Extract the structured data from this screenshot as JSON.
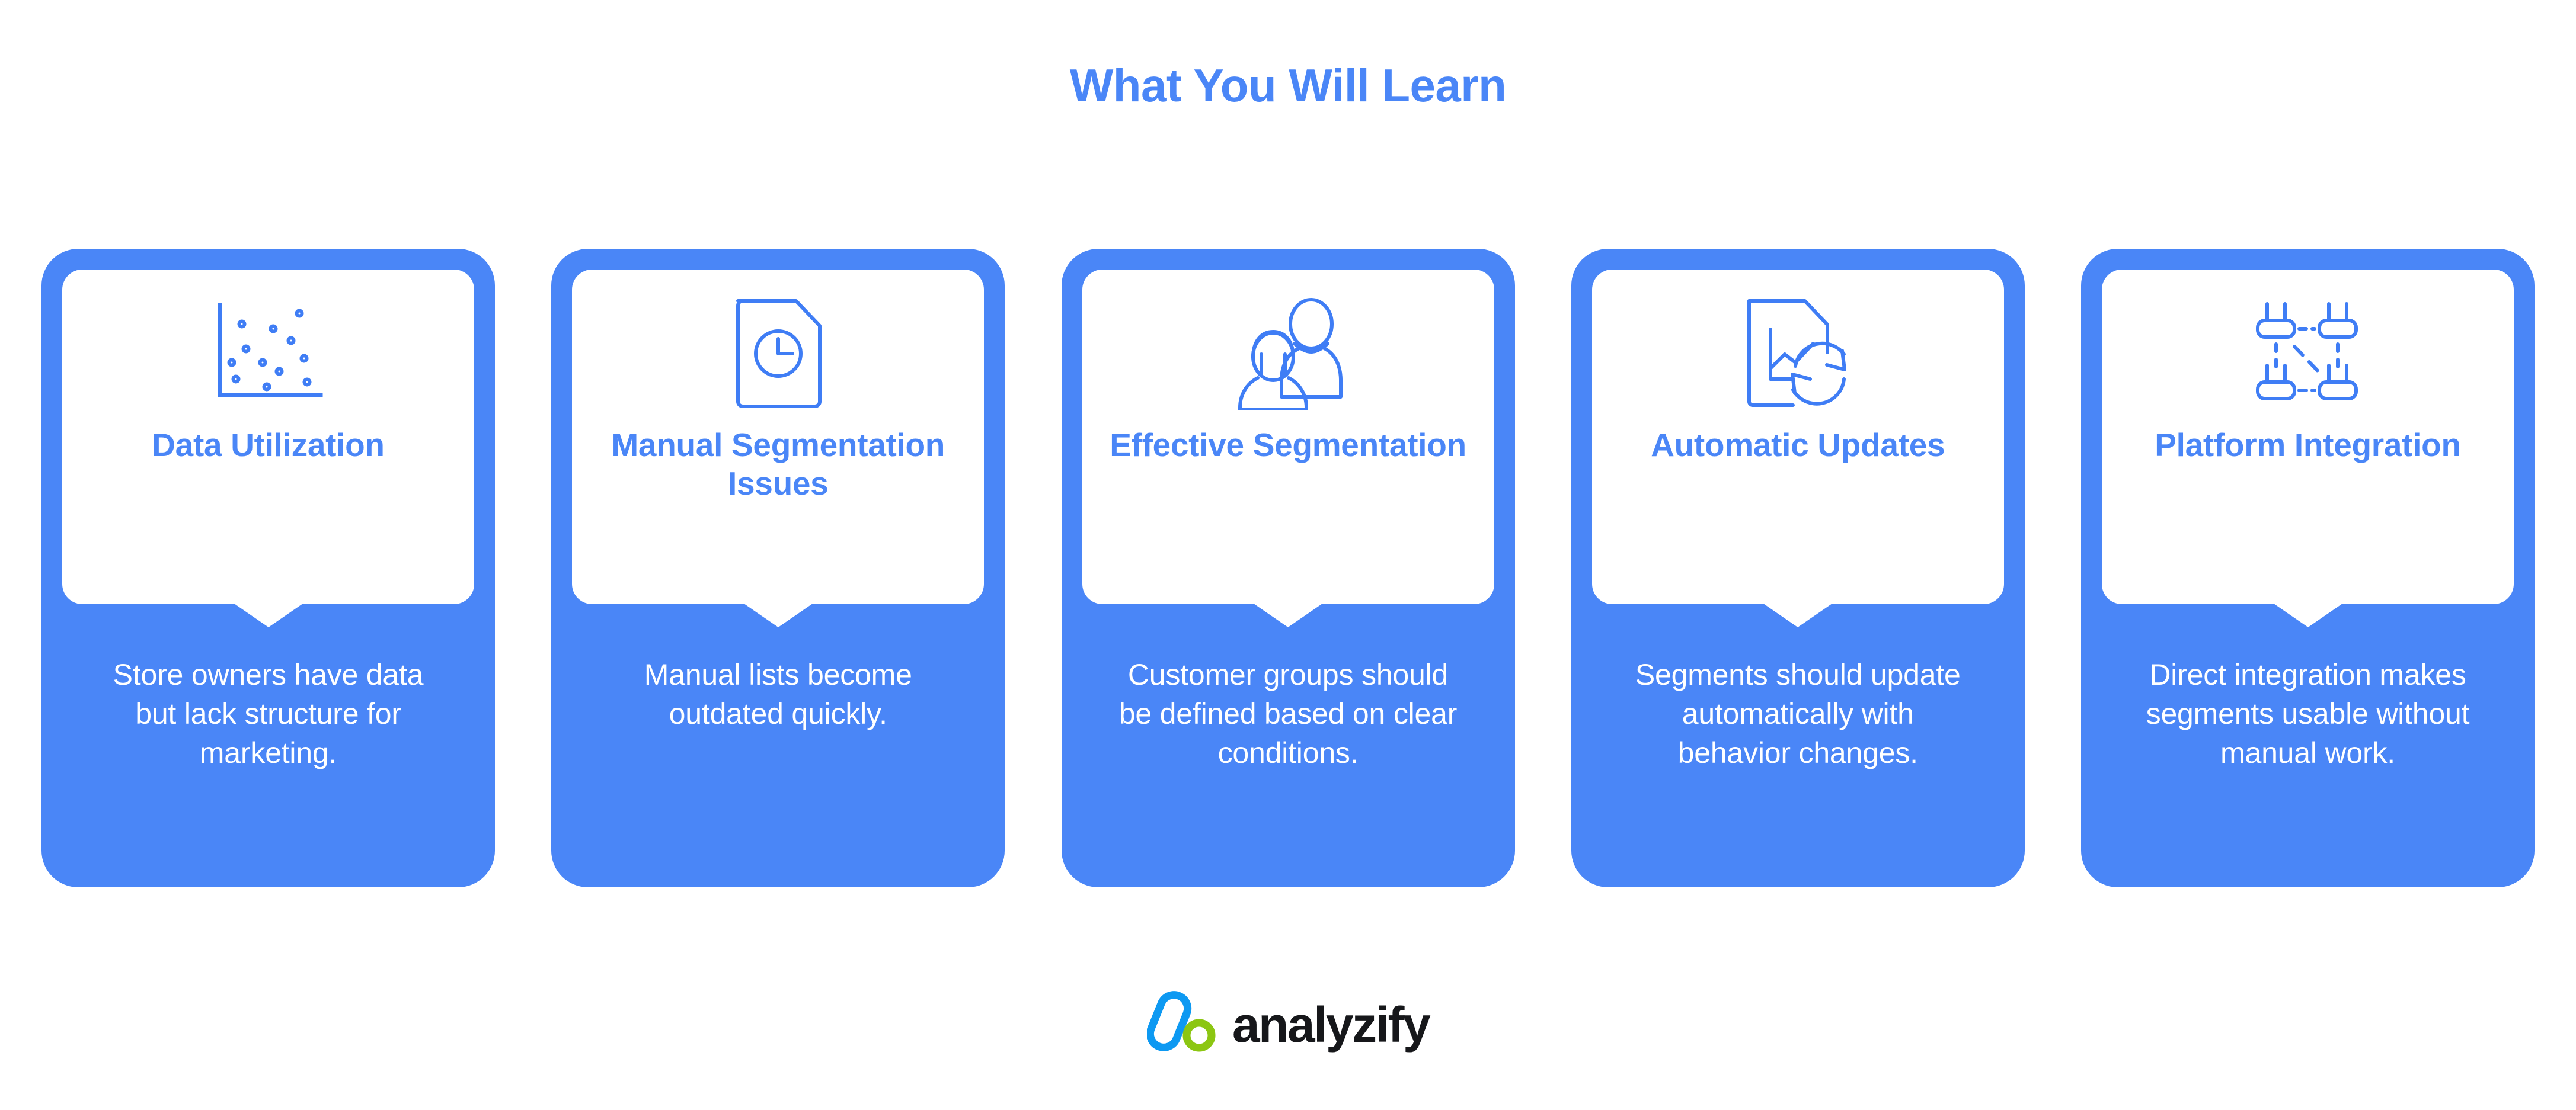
{
  "title": "What You Will Learn",
  "colors": {
    "brand_blue": "#4a86f7",
    "card_bg": "#4a86f7",
    "panel_bg": "#ffffff",
    "title_blue": "#4a86f7",
    "body_text": "#ffffff",
    "logo_blue": "#0d99f2",
    "logo_green": "#8cc612",
    "logo_word": "#16171a",
    "page_bg": "#ffffff"
  },
  "cards": [
    {
      "icon": "scatter-plot-icon",
      "title": "Data Utilization",
      "body": "Store owners have data but lack structure for marketing."
    },
    {
      "icon": "document-clock-icon",
      "title": "Manual Segmentation Issues",
      "body": "Manual lists become outdated quickly."
    },
    {
      "icon": "people-group-icon",
      "title": "Effective Segmentation",
      "body": "Customer groups should be defined based on clear conditions."
    },
    {
      "icon": "document-chart-refresh-icon",
      "title": "Automatic Updates",
      "body": "Segments should update automatically with behavior changes."
    },
    {
      "icon": "network-nodes-icon",
      "title": "Platform Integration",
      "body": "Direct integration makes segments usable without manual work."
    }
  ],
  "logo": {
    "mark": "analyzify-logo-mark",
    "wordmark": "analyzify"
  }
}
